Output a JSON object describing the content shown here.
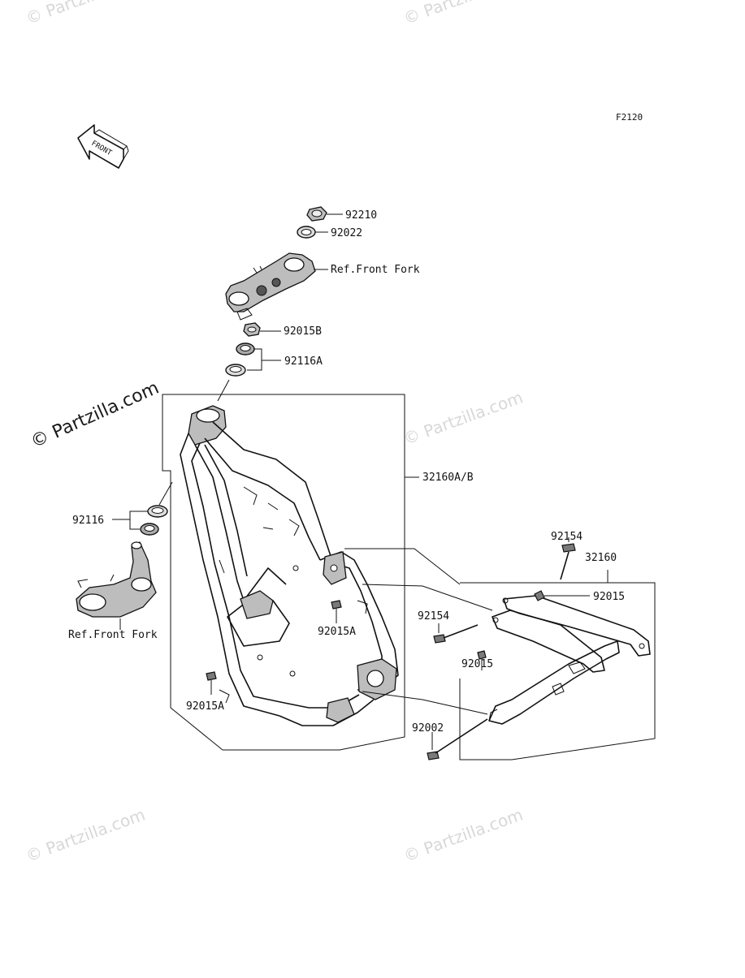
{
  "diagram_code": "F2120",
  "watermarks": {
    "main": "© Partzilla.com",
    "ghost": "© Partzilla.com"
  },
  "front_arrow": {
    "text": "FRONT"
  },
  "labels": {
    "p92210": "92210",
    "p92022": "92022",
    "ref_front_fork_top": "Ref.Front Fork",
    "p92015B": "92015B",
    "p92116A": "92116A",
    "p32160AB": "32160A/B",
    "p92116": "92116",
    "ref_front_fork_bottom": "Ref.Front Fork",
    "p92154_top": "92154",
    "p32160": "32160",
    "p92015_right": "92015",
    "p92154_mid": "92154",
    "p92015A_mid": "92015A",
    "p92015_lower": "92015",
    "p92015A_bottom": "92015A",
    "p92002": "92002"
  }
}
